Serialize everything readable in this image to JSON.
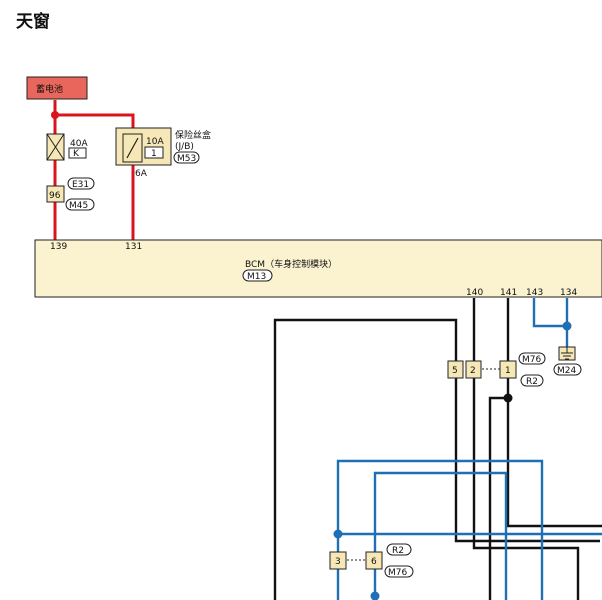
{
  "page_title": "天窗",
  "battery": {
    "label": "蓄电池"
  },
  "fusible_link": {
    "rating": "40A",
    "id": "K"
  },
  "fuse_box": {
    "label": "保险丝盒",
    "sub": "(J/B)",
    "connector": "M53",
    "fuse_rating": "10A",
    "fuse_number": "1",
    "terminal": "6A"
  },
  "inline_connector": {
    "pin": "96",
    "connector_a": "E31",
    "connector_b": "M45"
  },
  "bcm": {
    "label": "BCM（车身控制模块）",
    "connector": "M13",
    "pins_top": [
      "139",
      "131"
    ],
    "pins_bottom": [
      "140",
      "141",
      "143",
      "134"
    ]
  },
  "ground": {
    "connector": "M24"
  },
  "connector_m76_upper": {
    "pins": [
      "5",
      "2",
      "1"
    ],
    "connector_a": "M76",
    "connector_b": "R2"
  },
  "connector_m76_lower": {
    "pins": [
      "3",
      "6"
    ],
    "connector_a": "R2",
    "connector_b": "M76"
  }
}
